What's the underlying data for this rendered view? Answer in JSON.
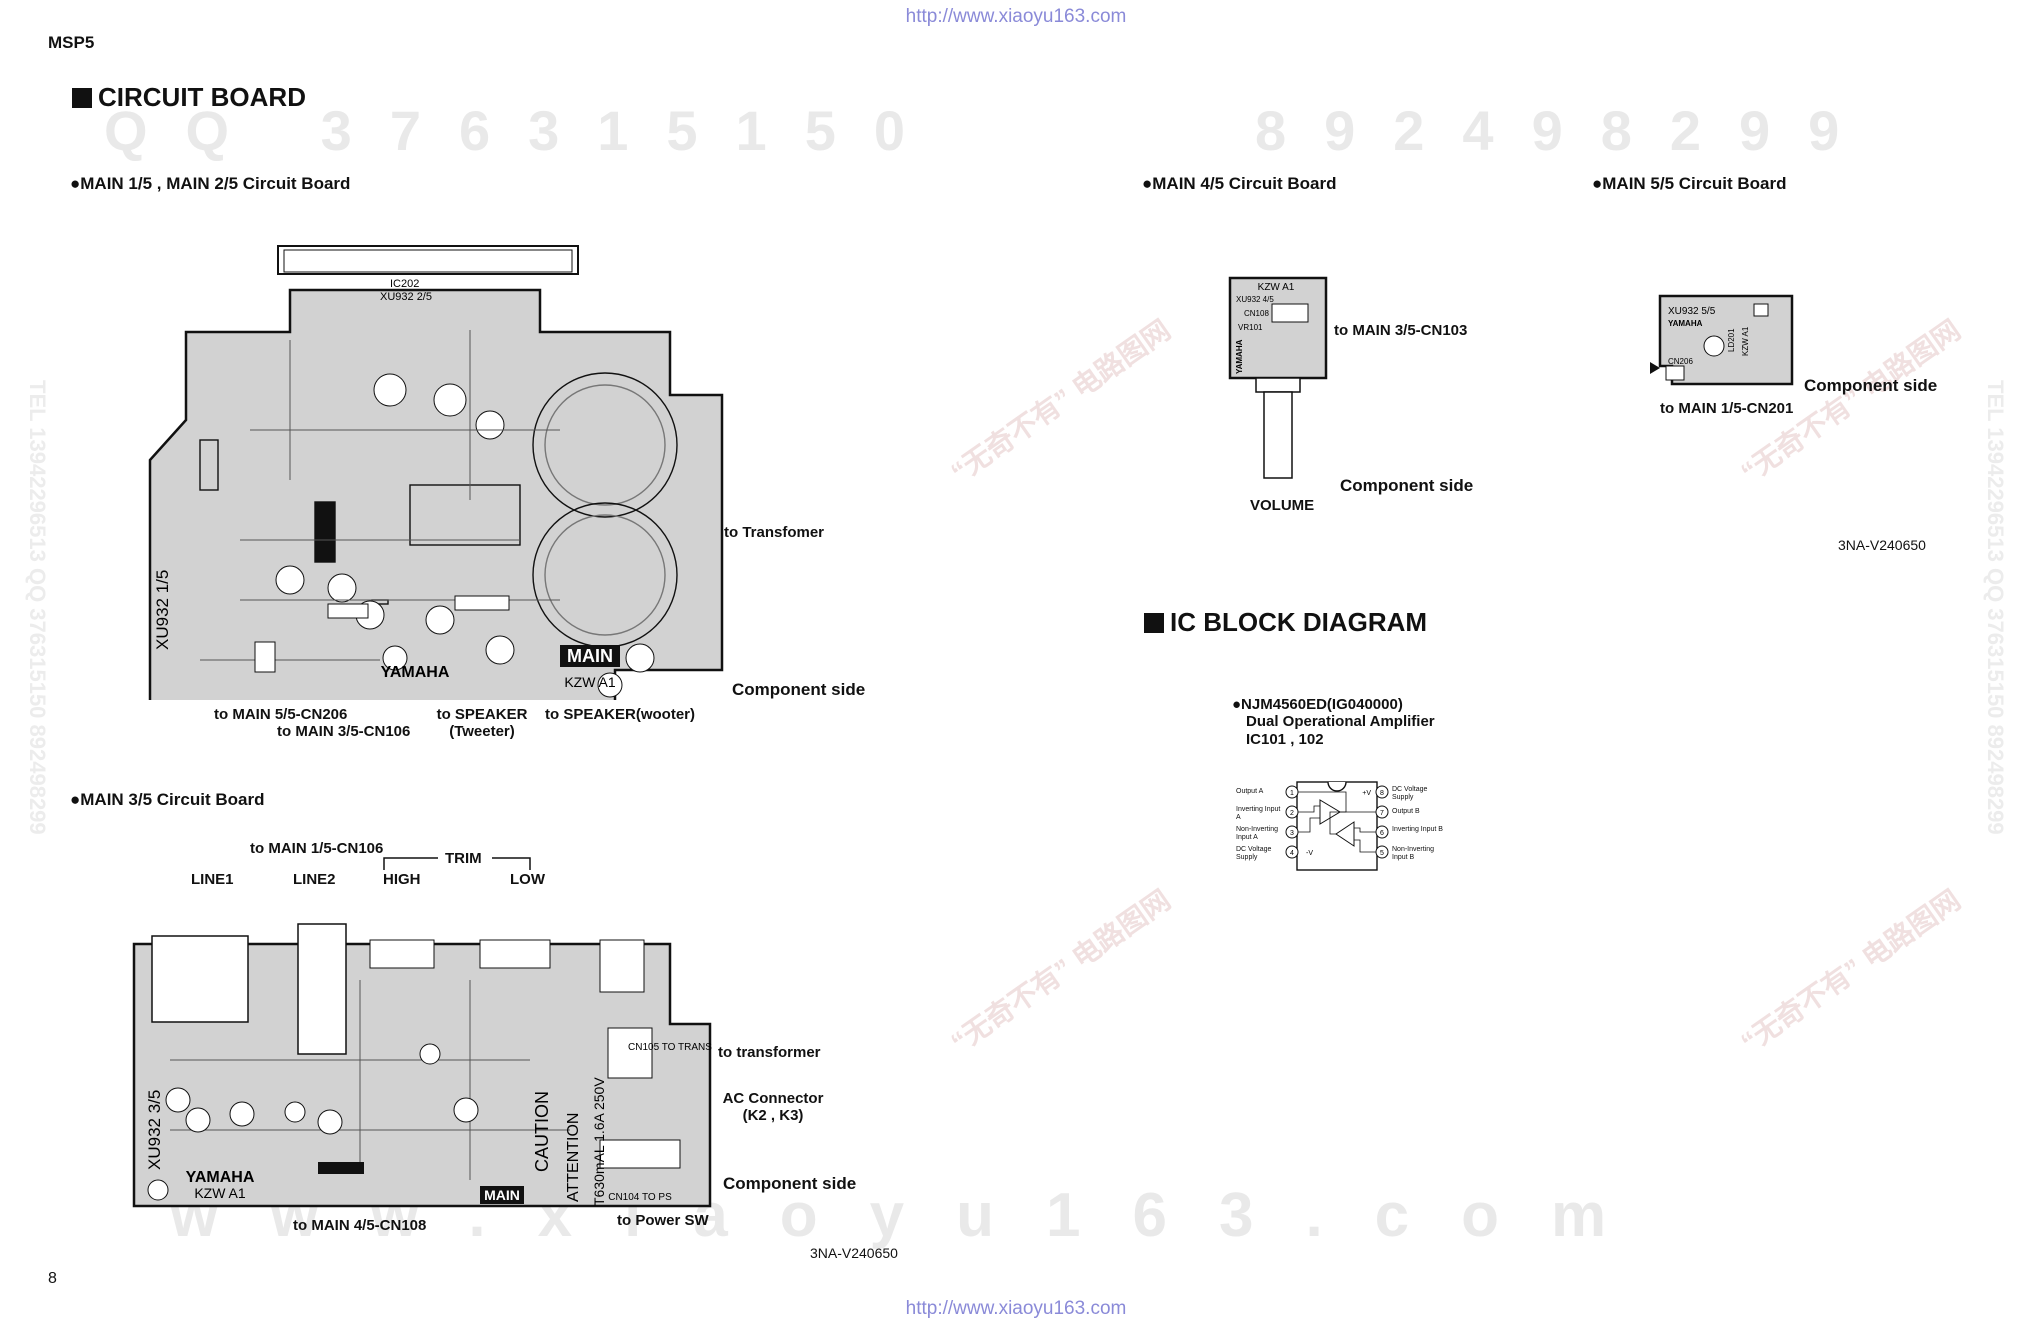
{
  "url_top": "http://www.xiaoyu163.com",
  "url_bottom": "http://www.xiaoyu163.com",
  "model": "MSP5",
  "page_number": "8",
  "watermarks": {
    "qq": "QQ 376315150",
    "num": "892498299",
    "site_chars": "www.xiaoyu163.com",
    "site_cn": "“无奇不有” 电路图网",
    "tel": "TEL 13942296513 QQ 376315150 892498299"
  },
  "section_circuit": "CIRCUIT BOARD",
  "section_ic": "IC BLOCK DIAGRAM",
  "main12": {
    "title": "●MAIN 1/5 , MAIN 2/5 Circuit Board",
    "to_transformer": "to Transfomer",
    "component_side": "Component side",
    "to_main55": "to MAIN 5/5-CN206",
    "to_main35": "to MAIN 3/5-CN106",
    "to_speaker": "to SPEAKER",
    "tweeter": "(Tweeter)",
    "to_speaker_woofer": "to SPEAKER(wooter)",
    "pcb_name": "XU932 1/5",
    "pcb_sub": "XU932 2/5",
    "brand": "YAMAHA",
    "main": "MAIN",
    "kzw": "KZW A1",
    "ic": "IC202"
  },
  "main35": {
    "title": "●MAIN 3/5 Circuit Board",
    "to_main15": "to MAIN 1/5-CN106",
    "trim": "TRIM",
    "line1": "LINE1",
    "line2": "LINE2",
    "high": "HIGH",
    "low": "LOW",
    "to_transformer": "to transformer",
    "ac_connector": "AC Connector",
    "ac_k": "(K2 , K3)",
    "component_side": "Component side",
    "to_power": "to Power SW",
    "to_main45": "to MAIN 4/5-CN108",
    "pcb_name": "XU932 3/5",
    "brand": "YAMAHA",
    "kzw": "KZW A1",
    "main": "MAIN",
    "caution": "CAUTION",
    "attention": "ATTENTION",
    "fuse": "T630mAL 1.6A 250V",
    "cn105": "CN105 TO TRANS",
    "cn104": "CN104 TO PS"
  },
  "main45": {
    "title": "●MAIN 4/5 Circuit Board",
    "to_main35": "to MAIN 3/5-CN103",
    "component_side": "Component side",
    "volume": "VOLUME",
    "pcb_label": "KZW A1",
    "pcb_sub": "XU932 4/5",
    "cn": "CN108",
    "vr": "VR101",
    "brand": "YAMAHA"
  },
  "main55": {
    "title": "●MAIN 5/5 Circuit Board",
    "component_side": "Component side",
    "to_main15": "to MAIN 1/5-CN201",
    "pcb_label": "XU932 5/5",
    "brand": "YAMAHA",
    "cn": "CN206",
    "ld": "LD201",
    "kzw": "KZW A1"
  },
  "code_right": "3NA-V240650",
  "code_bottom": "3NA-V240650",
  "ic": {
    "part": "●NJM4560ED(IG040000)",
    "desc": "Dual Operational Amplifier",
    "ref": "IC101 , 102",
    "pins_left": [
      "Output A",
      "Inverting Input A",
      "Non-Inverting Input A",
      "DC Voltage Supply"
    ],
    "pins_right": [
      "DC Voltage Supply",
      "Output B",
      "Inverting Input B",
      "Non-Inverting Input B"
    ],
    "pin_nums_left": [
      "1",
      "2",
      "3",
      "4"
    ],
    "pin_nums_right": [
      "8",
      "7",
      "6",
      "5"
    ],
    "vplus": "+V",
    "vminus": "-V"
  },
  "colors": {
    "ink": "#111111",
    "url": "#8a8ad8",
    "watermark": "#e9e9e9"
  }
}
